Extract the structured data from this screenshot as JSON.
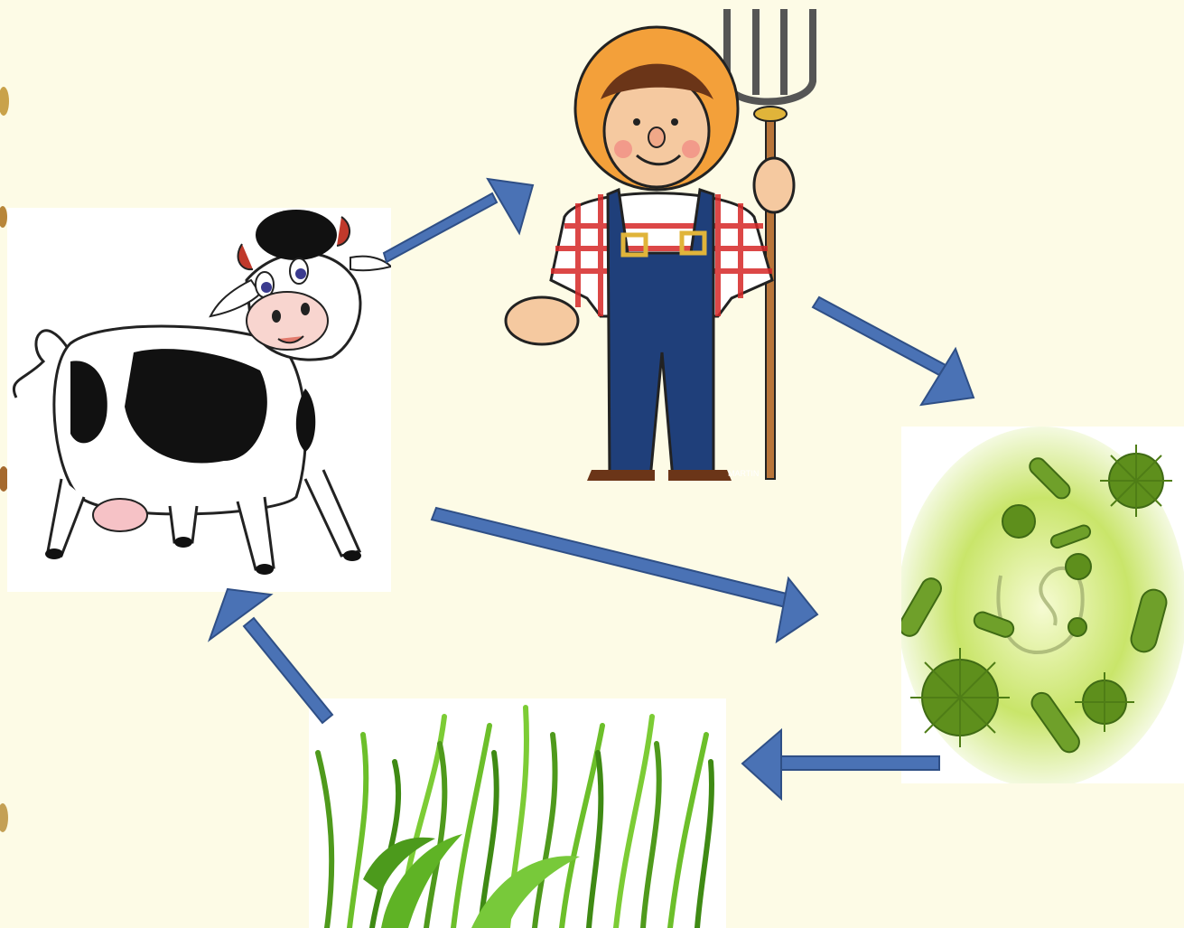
{
  "diagram": {
    "nodes": [
      {
        "id": "cow",
        "icon": "cow-illustration"
      },
      {
        "id": "farmer",
        "icon": "farmer-illustration"
      },
      {
        "id": "bacteria",
        "icon": "bacteria-illustration"
      },
      {
        "id": "grass",
        "icon": "grass-illustration"
      }
    ],
    "edges": [
      {
        "from": "cow",
        "to": "farmer"
      },
      {
        "from": "farmer",
        "to": "bacteria"
      },
      {
        "from": "cow",
        "to": "bacteria"
      },
      {
        "from": "bacteria",
        "to": "grass"
      },
      {
        "from": "grass",
        "to": "cow"
      }
    ],
    "farmer_signature": "MARTIN"
  },
  "colors": {
    "background": "#fdfbe6",
    "arrow_fill": "#4a72b5",
    "arrow_stroke": "#2f4f86"
  }
}
